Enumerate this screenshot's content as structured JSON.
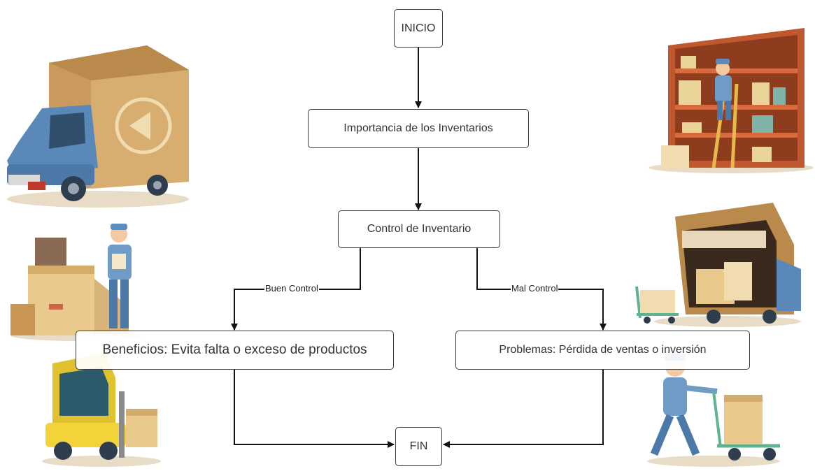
{
  "diagram": {
    "nodes": {
      "start": "INICIO",
      "importance": "Importancia de los Inventarios",
      "control": "Control de Inventario",
      "benefits": "Beneficios: Evita falta o exceso de productos",
      "problems": "Problemas: Pérdida de ventas o inversión",
      "end": "FIN"
    },
    "edges": [
      {
        "from": "start",
        "to": "importance",
        "label": ""
      },
      {
        "from": "importance",
        "to": "control",
        "label": ""
      },
      {
        "from": "control",
        "to": "benefits",
        "label": "Buen Control"
      },
      {
        "from": "control",
        "to": "problems",
        "label": "Mal Control"
      },
      {
        "from": "benefits",
        "to": "end",
        "label": ""
      },
      {
        "from": "problems",
        "to": "end",
        "label": ""
      }
    ]
  },
  "illustrations": [
    "delivery-truck-icon",
    "warehouse-shelf-worker-icon",
    "delivery-worker-boxes-icon",
    "loading-truck-cart-icon",
    "forklift-icon",
    "worker-pushing-cart-icon"
  ],
  "colors": {
    "line": "#111111",
    "box_border": "#3b3b3b",
    "box_text": "#333333",
    "cardboard": "#e9c98c",
    "worker_blue": "#6f9cc7"
  }
}
